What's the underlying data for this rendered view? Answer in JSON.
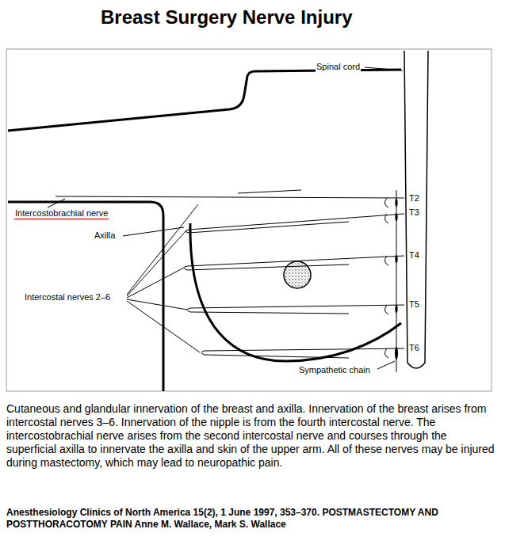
{
  "diagram": {
    "title": "Breast Surgery Nerve Injury",
    "caption": "Cutaneous and glandular innervation of the breast and axilla. Innervation of the breast arises from intercostal nerves 3–6. Innervation of the nipple is from the fourth intercostal nerve. The intercostobrachial nerve arises from the second intercostal nerve and courses through the superficial axilla to innervate the axilla and skin of the upper arm. All of these nerves may be injured during mastectomy, which may lead to neuropathic pain.",
    "labels": [
      "Spinal cord",
      "T2",
      "T3",
      "T4",
      "T5",
      "T6",
      "Intercostobrachial nerve",
      "Axilla",
      "Intercostal nerves 2–6",
      "Sympathetic chain",
      "Anesthesiology Clinics of North America 15(2), 1 June 1997, 353–370. POSTMASTECTOMY AND POSTTHORACOTOMY PAIN Anne M. Wallace, Mark S. Wallace"
    ]
  }
}
